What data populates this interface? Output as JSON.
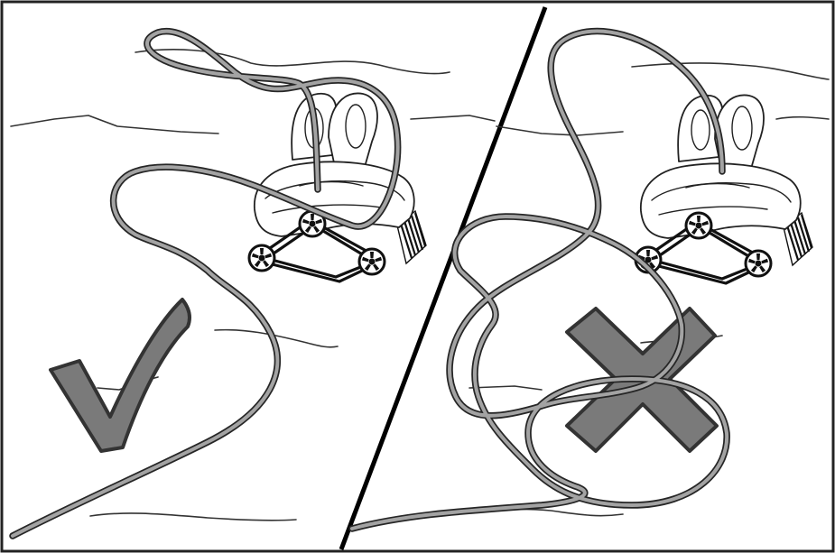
{
  "panels": [
    {
      "id": "left",
      "verdict": "correct",
      "mark_icon": "check-mark-icon",
      "cable_state": "untangled"
    },
    {
      "id": "right",
      "verdict": "incorrect",
      "mark_icon": "cross-mark-icon",
      "cable_state": "tangled"
    }
  ],
  "colors": {
    "background": "#ffffff",
    "outline": "#222222",
    "cable_fill": "#a3a3a3",
    "cable_edge": "#262626",
    "mark_fill": "#7a7a7a",
    "divider": "#000000"
  },
  "icons": [
    "pool-robot-icon",
    "check-mark-icon",
    "cross-mark-icon"
  ]
}
